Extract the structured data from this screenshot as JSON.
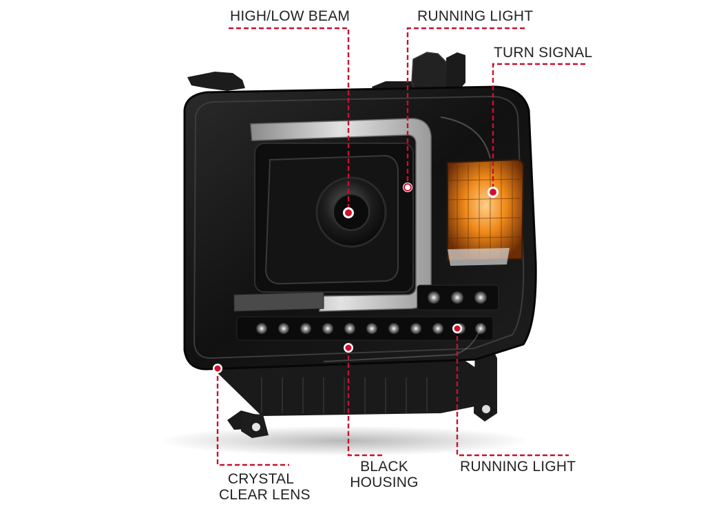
{
  "colors": {
    "callout": "#c8102e",
    "text": "#222222",
    "housing": "#151515",
    "turn_signal": "#e07a10",
    "light_bar": "#c9c9c9"
  },
  "callouts": {
    "high_low_beam": "HIGH/LOW BEAM",
    "running_light_top": "RUNNING LIGHT",
    "turn_signal": "TURN SIGNAL",
    "crystal_clear_lens_line1": "CRYSTAL",
    "crystal_clear_lens_line2": "CLEAR LENS",
    "black_housing_line1": "BLACK",
    "black_housing_line2": "HOUSING",
    "running_light_bottom": "RUNNING LIGHT"
  }
}
